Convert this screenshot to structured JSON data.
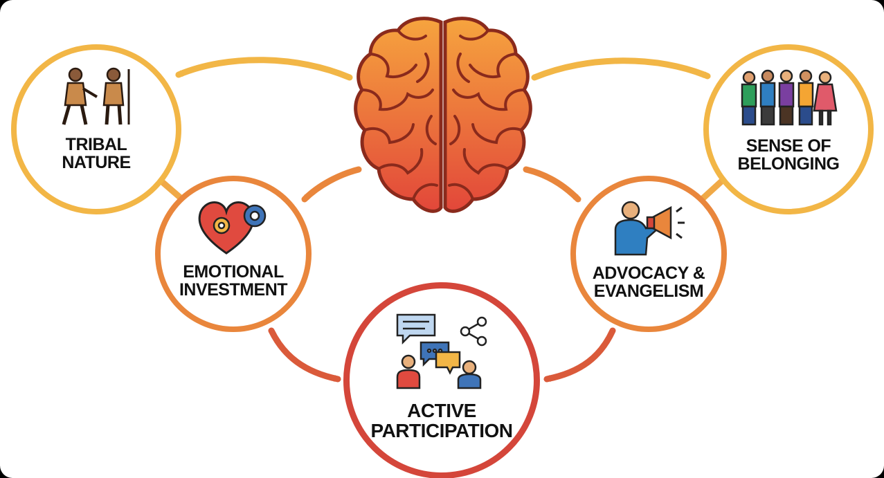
{
  "nodes": {
    "tribal": {
      "line1": "TRIBAL",
      "line2": "NATURE",
      "icon": "cave-people-icon"
    },
    "belonging": {
      "line1": "SENSE OF",
      "line2": "BELONGING",
      "icon": "group-of-people-icon"
    },
    "emotional": {
      "line1": "EMOTIONAL",
      "line2": "INVESTMENT",
      "icon": "heart-gears-icon"
    },
    "advocacy": {
      "line1": "ADVOCACY &",
      "line2": "EVANGELISM",
      "icon": "megaphone-person-icon"
    },
    "active": {
      "line1": "ACTIVE",
      "line2": "PARTICIPATION",
      "icon": "conversation-share-icon"
    }
  },
  "center": {
    "icon": "brain-icon"
  },
  "colors": {
    "ring_outer": "#F2B646",
    "ring_mid": "#E9863C",
    "ring_inner": "#D4463A",
    "brain_top": "#F6A43E",
    "brain_bottom": "#E2473A",
    "text": "#111111"
  }
}
